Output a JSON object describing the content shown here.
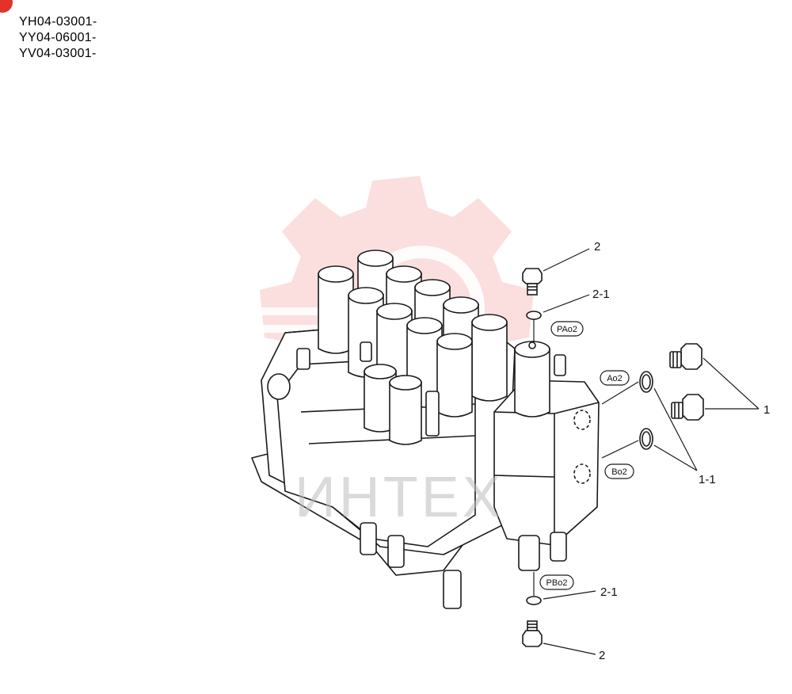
{
  "serial_numbers": [
    "YH04-03001-",
    "YY04-06001-",
    "YV04-03001-"
  ],
  "callouts": {
    "top_plug": "2",
    "top_oring": "2-1",
    "bottom_oring": "2-1",
    "bottom_plug": "2",
    "side_plugs": "1",
    "side_orings": "1-1"
  },
  "ports": {
    "pa": "PAo2",
    "a": "Ao2",
    "b": "Bo2",
    "pb": "PBo2"
  },
  "watermark": {
    "text": "ИНТЕХ",
    "color": "#f08a8a"
  },
  "colors": {
    "line": "#1a1a1a",
    "accent": "#e0342a"
  }
}
